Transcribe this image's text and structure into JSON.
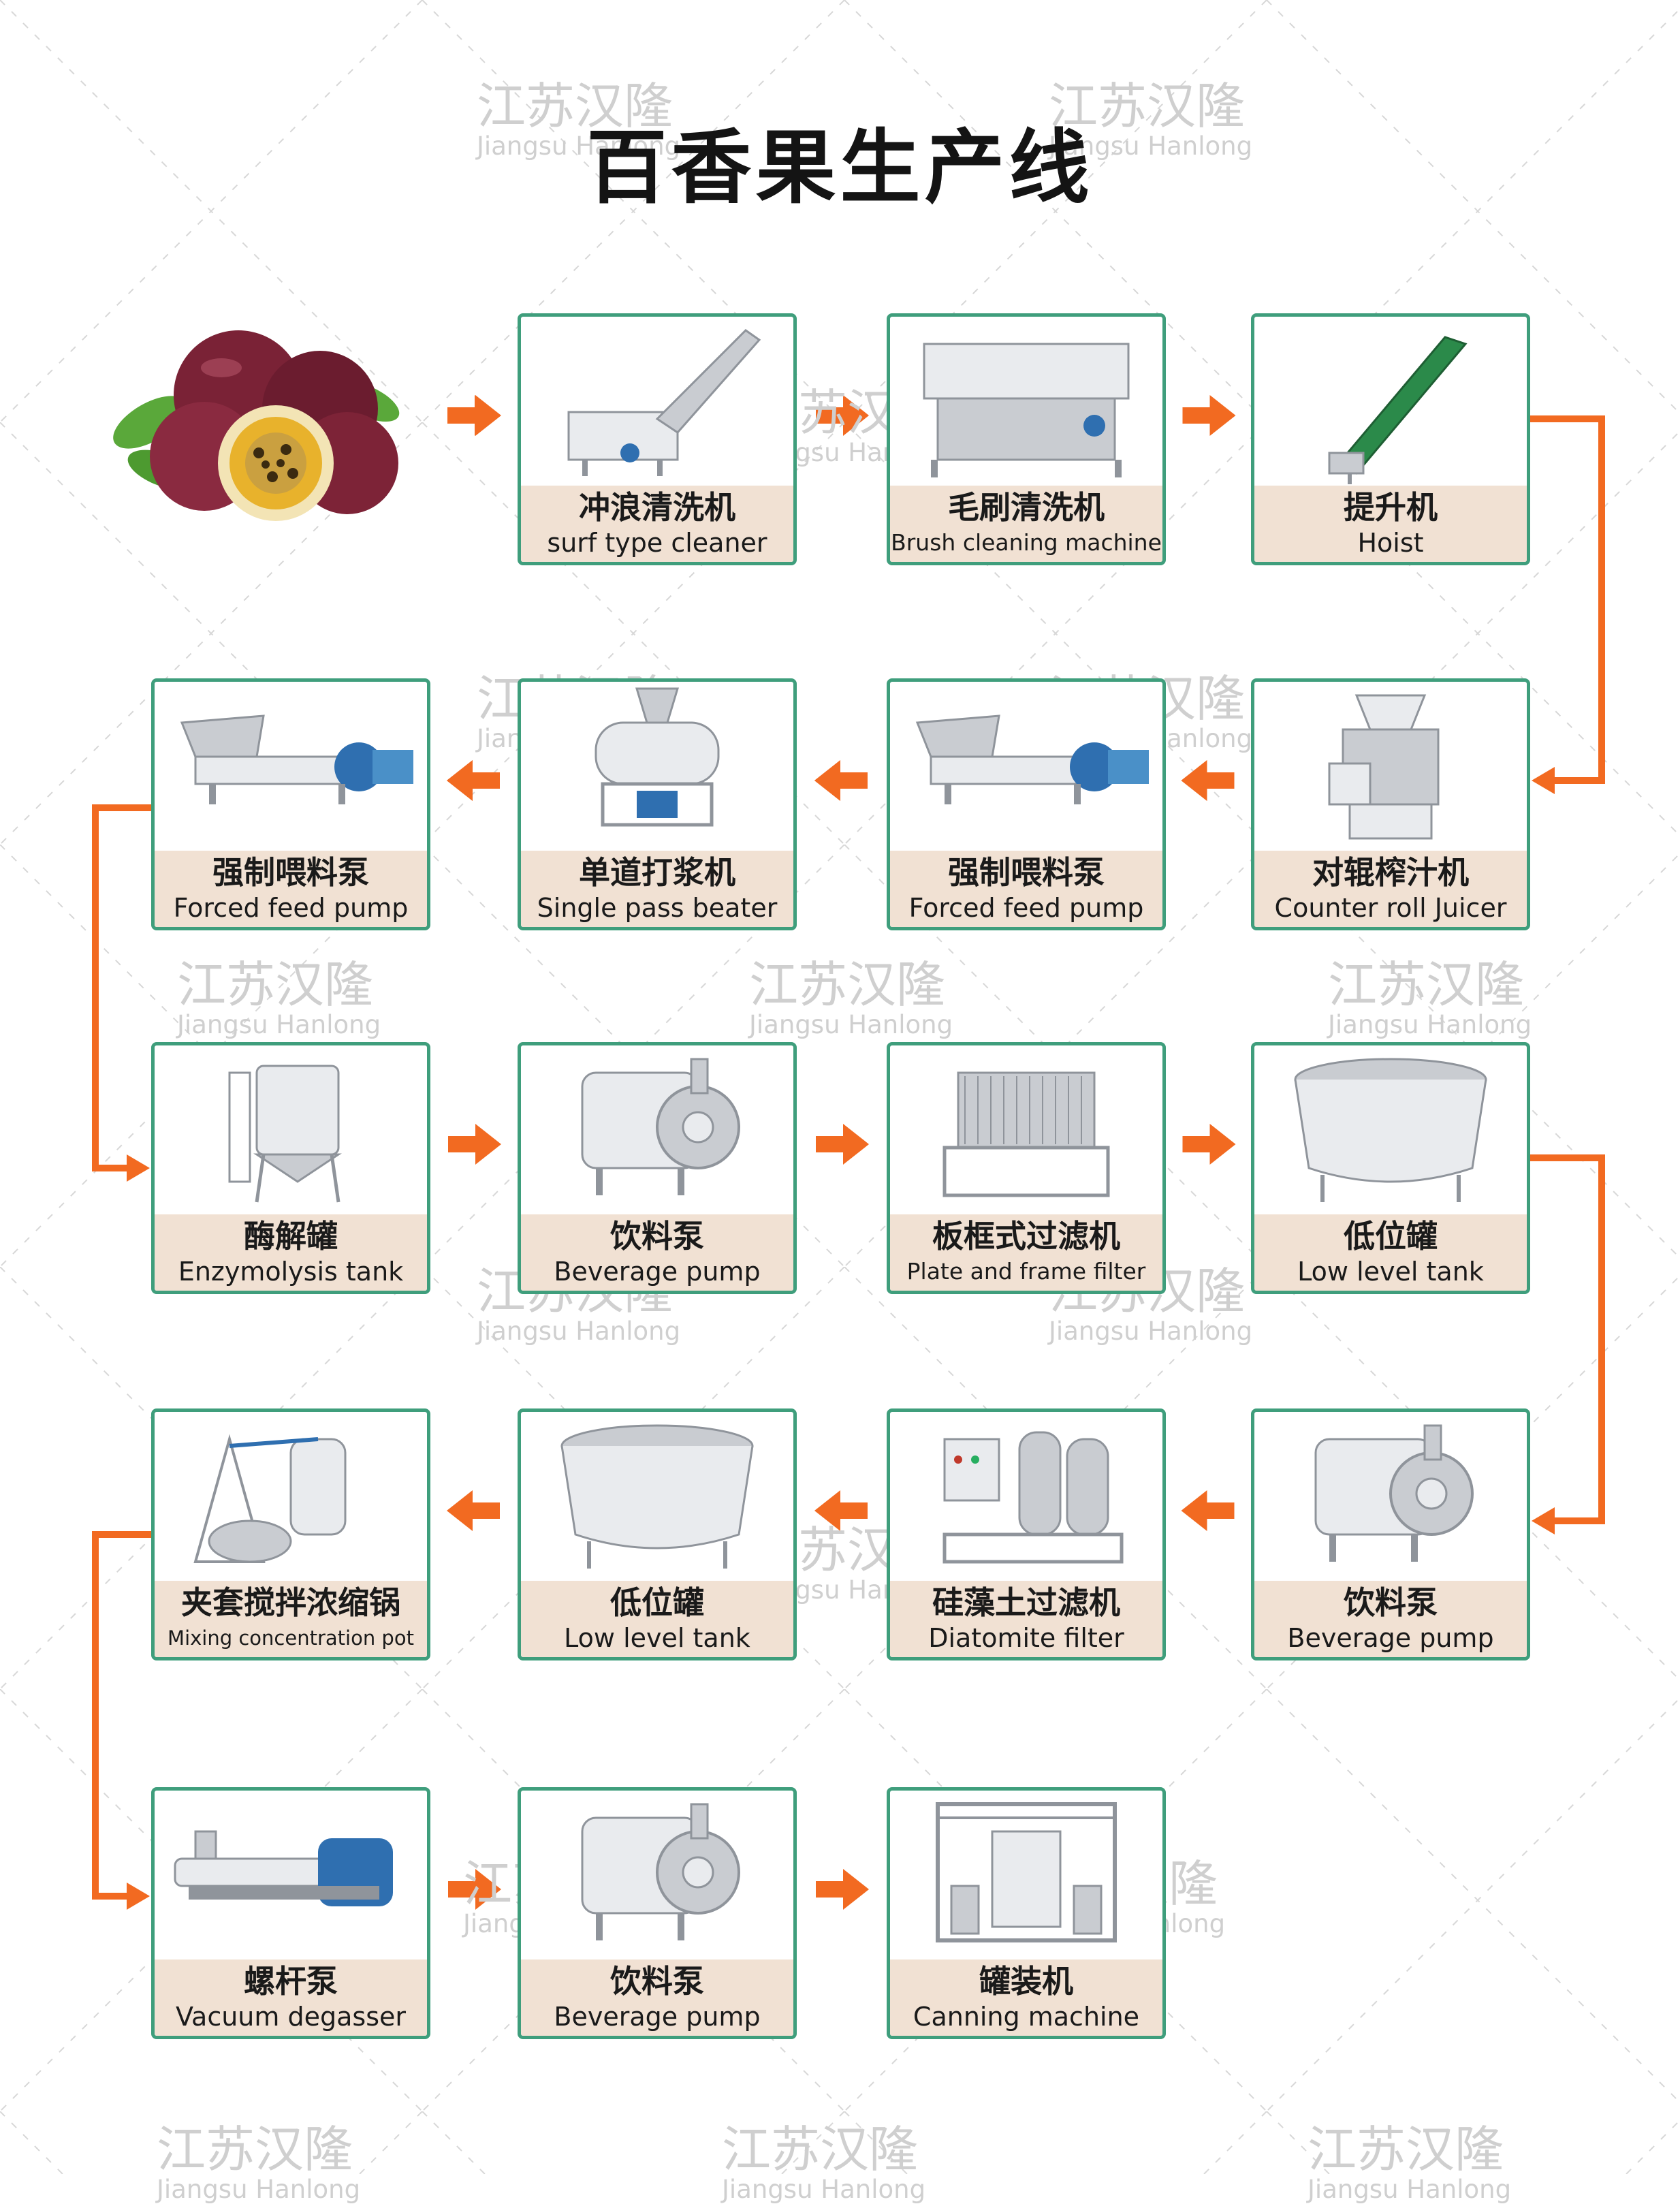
{
  "title": "百香果生产线",
  "watermark": {
    "zh": "江苏汉隆",
    "en": "Jiangsu Hanlong"
  },
  "start_image": "passion-fruit",
  "colors": {
    "card_border": "#3f9e7c",
    "label_bg": "#f1e1d3",
    "arrow": "#f26a21",
    "connector": "#f26a21"
  },
  "steps": [
    {
      "zh": "冲浪清洗机",
      "en": "surf type cleaner",
      "icon": "conveyor-washer"
    },
    {
      "zh": "毛刷清洗机",
      "en": "Brush cleaning machine",
      "icon": "brush-washer"
    },
    {
      "zh": "提升机",
      "en": "Hoist",
      "icon": "hoist-conveyor"
    },
    {
      "zh": "对辊榨汁机",
      "en": "Counter roll Juicer",
      "icon": "roll-juicer"
    },
    {
      "zh": "强制喂料泵",
      "en": "Forced feed pump",
      "icon": "feed-pump"
    },
    {
      "zh": "单道打浆机",
      "en": "Single pass beater",
      "icon": "pulp-beater"
    },
    {
      "zh": "强制喂料泵",
      "en": "Forced feed pump",
      "icon": "feed-pump"
    },
    {
      "zh": "酶解罐",
      "en": "Enzymolysis tank",
      "icon": "tank"
    },
    {
      "zh": "饮料泵",
      "en": "Beverage pump",
      "icon": "centrifugal-pump"
    },
    {
      "zh": "板框式过滤机",
      "en": "Plate and frame filter",
      "icon": "plate-filter"
    },
    {
      "zh": "低位罐",
      "en": "Low level tank",
      "icon": "low-tank"
    },
    {
      "zh": "饮料泵",
      "en": "Beverage pump",
      "icon": "centrifugal-pump"
    },
    {
      "zh": "硅藻土过滤机",
      "en": "Diatomite filter",
      "icon": "diatomite-filter"
    },
    {
      "zh": "低位罐",
      "en": "Low level tank",
      "icon": "low-tank"
    },
    {
      "zh": "夹套搅拌浓缩锅",
      "en": "Mixing concentration pot",
      "icon": "concentration-pot"
    },
    {
      "zh": "螺杆泵",
      "en": "Vacuum degasser",
      "icon": "screw-pump"
    },
    {
      "zh": "饮料泵",
      "en": "Beverage pump",
      "icon": "centrifugal-pump"
    },
    {
      "zh": "罐装机",
      "en": "Canning machine",
      "icon": "canning-machine"
    }
  ]
}
